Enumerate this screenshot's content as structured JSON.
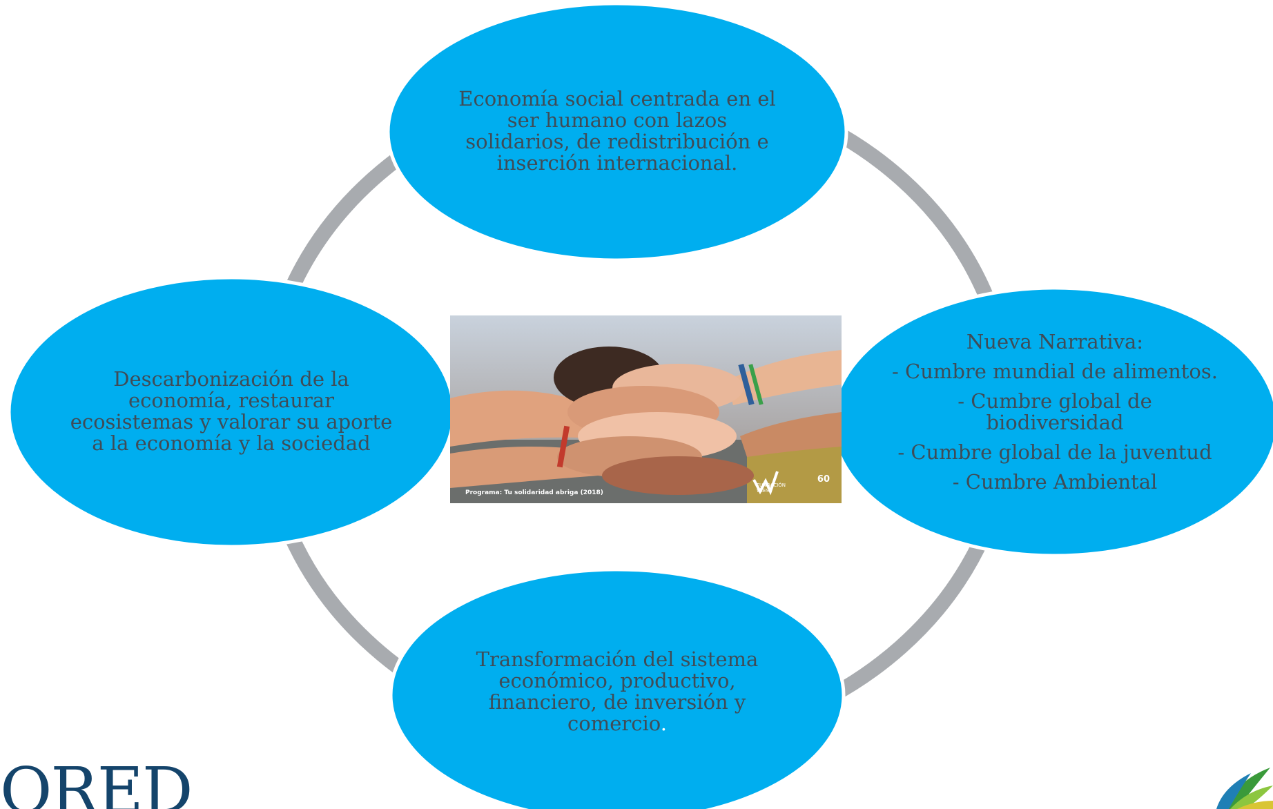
{
  "colors": {
    "node_fill": "#00aeef",
    "node_border": "#ffffff",
    "connector": "#a8abaf",
    "text": "#3f4c57",
    "logo_blue": "#14446b"
  },
  "nodes": {
    "top": {
      "lines": [
        "Economía social centrada en el",
        "ser humano con lazos",
        "solidarios, de redistribución  e",
        "inserción internacional."
      ]
    },
    "left": {
      "lines": [
        "Descarbonización de la",
        "economía, restaurar",
        "ecosistemas y valorar su aporte",
        "a la economía y la sociedad"
      ]
    },
    "right": {
      "lines": [
        "Nueva Narrativa:",
        "- Cumbre mundial de alimentos.",
        "- Cumbre global de biodiversidad",
        "- Cumbre global de la juventud",
        "- Cumbre Ambiental"
      ]
    },
    "bottom": {
      "lines": [
        "Transformación del sistema",
        "económico, productivo,",
        "financiero, de inversión y",
        "comercio"
      ],
      "trailing_dot": "."
    }
  },
  "photo": {
    "subject_icon": "stacked-hands-photo",
    "caption": "Programa: Tu solidaridad abriga (2018)",
    "logo_name": "FUNDACIÓN WIESE",
    "logo_badge": "60"
  },
  "logos": {
    "bottom_left_text": "ORED",
    "bottom_right_icon": "leaf-logo-icon"
  }
}
